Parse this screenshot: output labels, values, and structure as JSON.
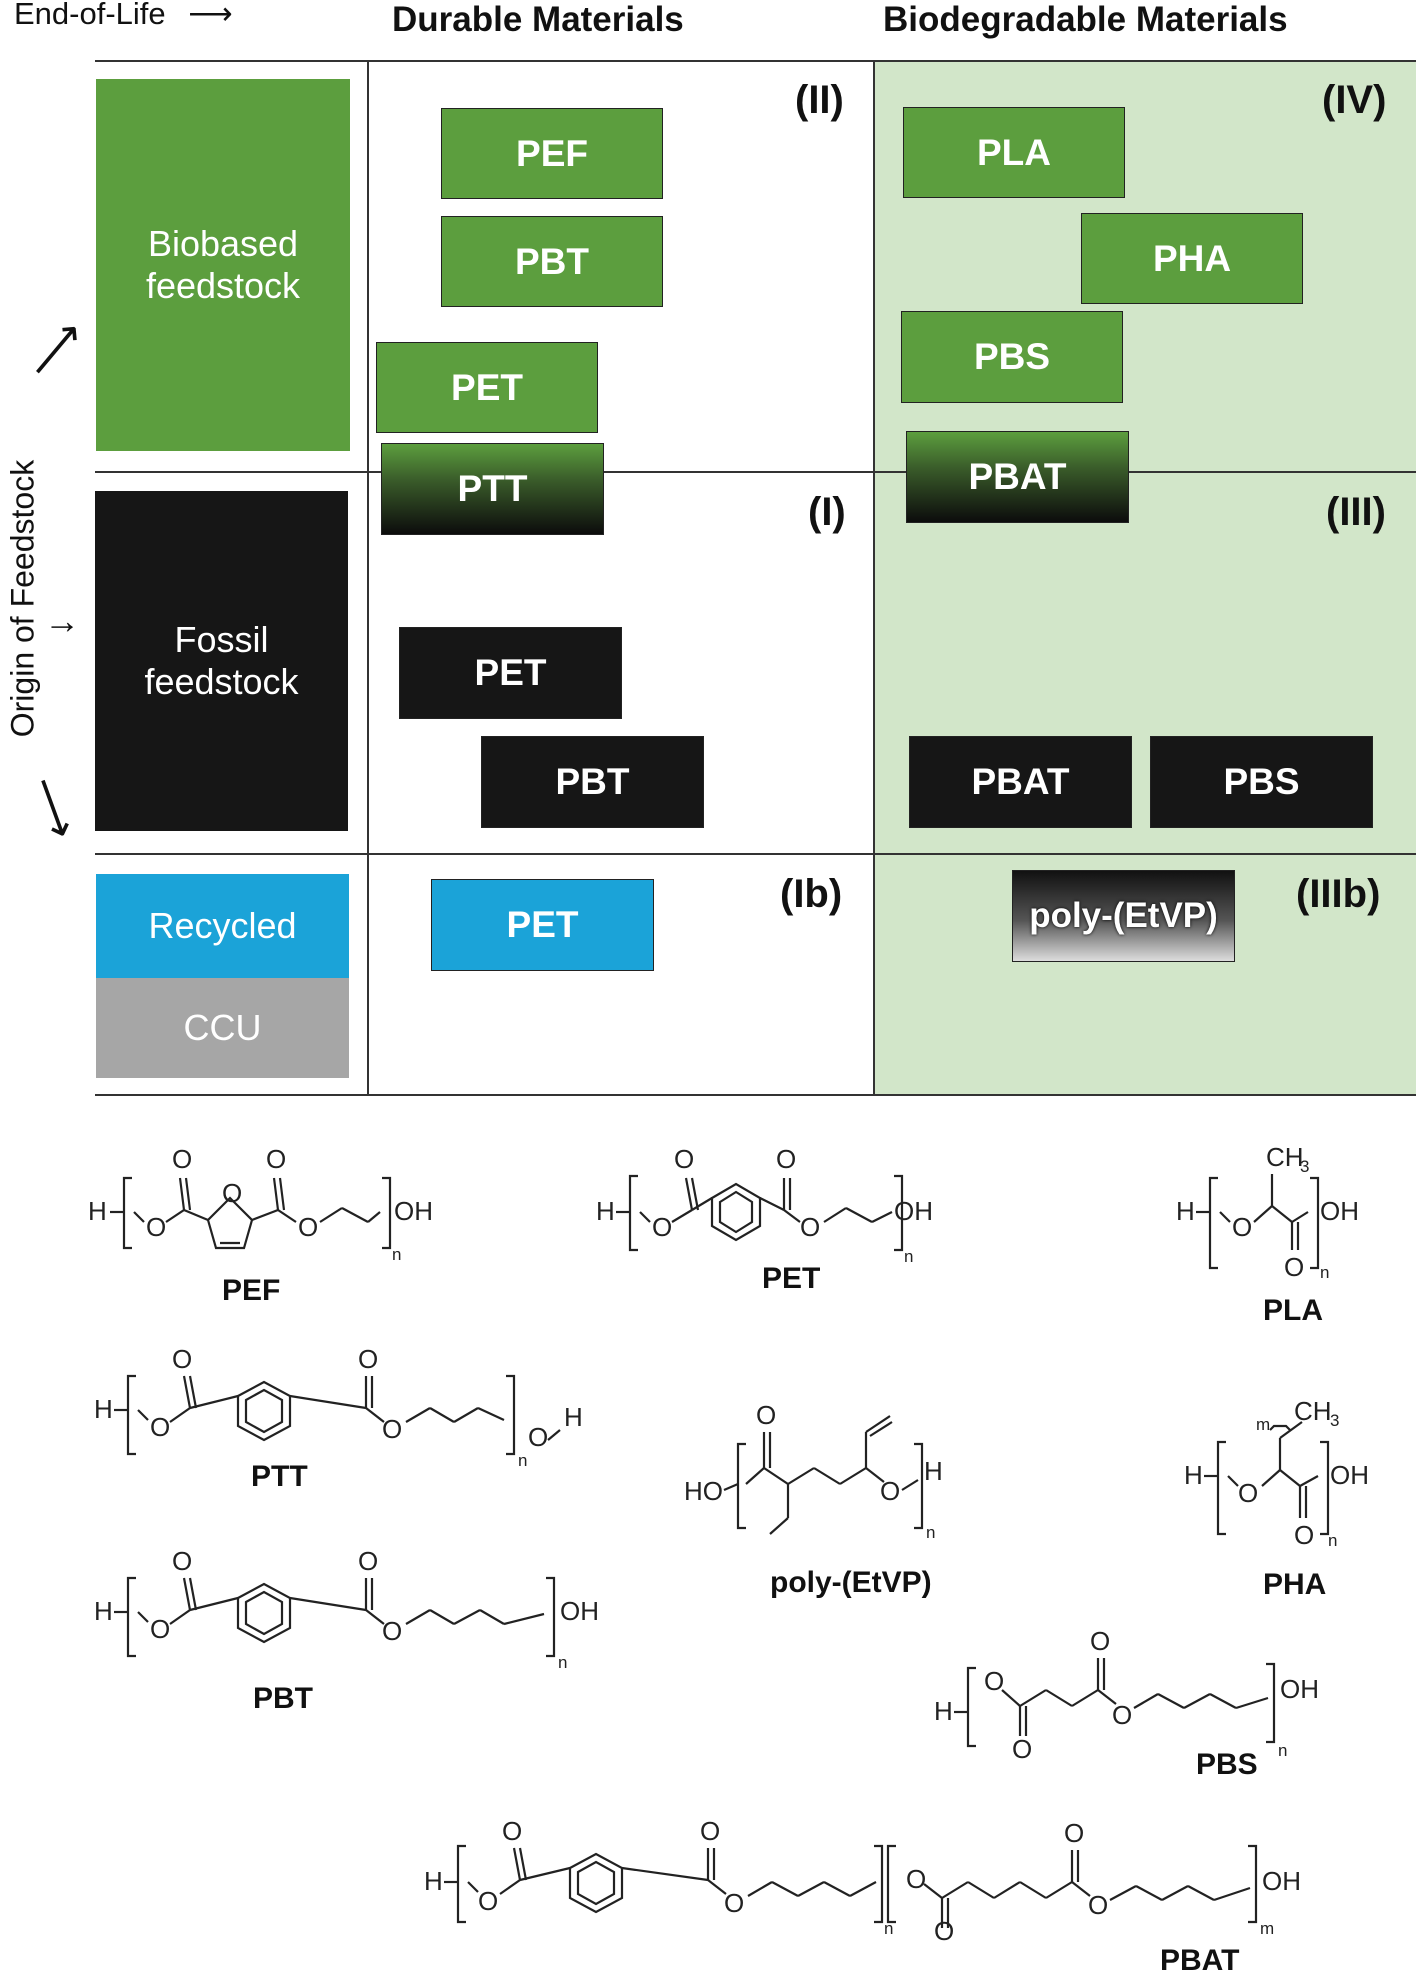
{
  "header": {
    "end_of_life": "End-of-Life",
    "durable": "Durable Materials",
    "biodegradable": "Biodegradable Materials",
    "origin": "Origin of Feedstock"
  },
  "rows": {
    "biobased": "Biobased feedstock",
    "fossil": "Fossil feedstock",
    "recycled": "Recycled",
    "ccu": "CCU"
  },
  "quadrants": {
    "q2": "(II)",
    "q4": "(IV)",
    "q1": "(I)",
    "q3": "(III)",
    "q1b": "(Ib)",
    "q3b": "(IIIb)"
  },
  "boxes": {
    "pef": "PEF",
    "pbt_bio": "PBT",
    "pet_bio": "PET",
    "ptt": "PTT",
    "pla": "PLA",
    "pha": "PHA",
    "pbs_bio": "PBS",
    "pbat_bio": "PBAT",
    "pet_fossil": "PET",
    "pbt_fossil": "PBT",
    "pbat_fossil": "PBAT",
    "pbs_fossil": "PBS",
    "pet_recycled": "PET",
    "poly_etvp": "poly-(EtVP)"
  },
  "structures": {
    "pef": "PEF",
    "pet": "PET",
    "pla": "PLA",
    "ptt": "PTT",
    "poly_etvp": "poly-(EtVP)",
    "pha": "PHA",
    "pbt": "PBT",
    "pbs": "PBS",
    "pbat": "PBAT"
  },
  "atoms": {
    "H": "H",
    "O": "O",
    "OH": "OH",
    "HO": "HO",
    "CH3": "CH3",
    "n": "n",
    "m": "m"
  },
  "colors": {
    "biobased_green": "#5c9e3e",
    "fossil_black": "#161616",
    "recycled_blue": "#1ba3d8",
    "ccu_gray": "#a6a6a6",
    "biodegradable_bg": "#d2e6c9"
  }
}
